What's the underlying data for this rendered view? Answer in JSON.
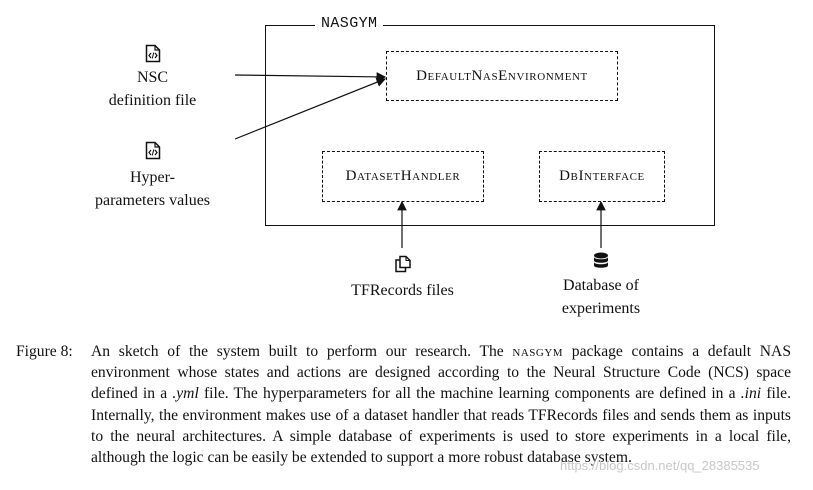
{
  "diagram": {
    "package_title": "NASGYM",
    "components": {
      "default_env": "DefaultNasEnvironment",
      "dataset_handler": "DatasetHandler",
      "db_interface": "DbInterface"
    },
    "inputs": {
      "nsc_file": {
        "line1": "NSC",
        "line2": "definition file",
        "icon": "code-file-icon"
      },
      "hyperparams": {
        "line1": "Hyper-",
        "line2": "parameters values",
        "icon": "code-file-icon"
      },
      "tfrecords": {
        "line1": "TFRecords files",
        "icon": "files-copy-icon"
      },
      "database": {
        "line1": "Database of",
        "line2": "experiments",
        "icon": "database-icon"
      }
    }
  },
  "caption": {
    "label": "Figure 8:",
    "parts": [
      {
        "t": "An sketch of the system built to perform our research. The "
      },
      {
        "t": "nasgym",
        "sc": true
      },
      {
        "t": " package contains a default NAS environment whose states and actions are designed according to the Neural Structure Code (NCS) space defined in a "
      },
      {
        "t": ".yml",
        "i": true
      },
      {
        "t": " file. The hyperparameters for all the machine learning components are defined in a "
      },
      {
        "t": ".ini",
        "i": true
      },
      {
        "t": " file. Internally, the environment makes use of a dataset handler that reads TFRecords files and sends them as inputs to the neural architectures. A simple database of experiments is used to store experiments in a local file, although the logic can be easily be extended to support a more robust database system."
      }
    ]
  },
  "watermark": "https://blog.csdn.net/qq_28385535"
}
